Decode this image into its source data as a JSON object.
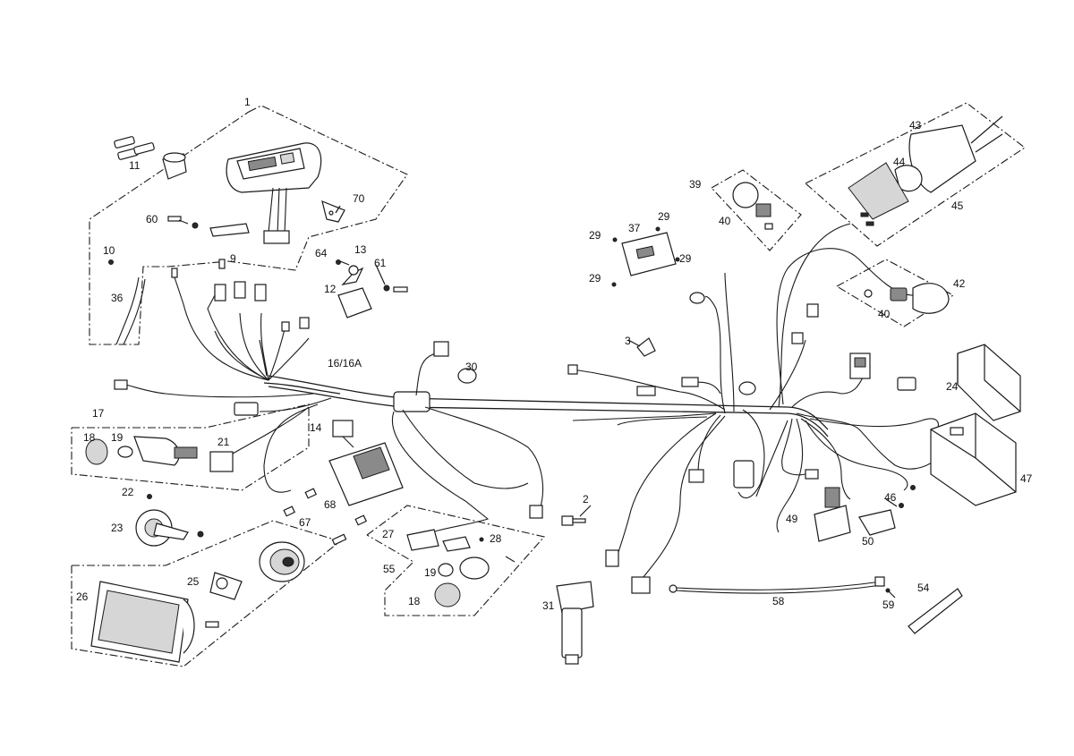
{
  "labels": {
    "p1": "1",
    "p2": "2",
    "p3": "3",
    "p9": "9",
    "p10": "10",
    "p11": "11",
    "p12": "12",
    "p13": "13",
    "p14": "14",
    "p16": "16/16A",
    "p17": "17",
    "p18a": "18",
    "p18b": "18",
    "p19a": "19",
    "p19b": "19",
    "p21": "21",
    "p22": "22",
    "p23": "23",
    "p24": "24",
    "p25": "25",
    "p26": "26",
    "p27": "27",
    "p28": "28",
    "p29a": "29",
    "p29b": "29",
    "p29c": "29",
    "p29d": "29",
    "p30": "30",
    "p31": "31",
    "p36": "36",
    "p37": "37",
    "p39": "39",
    "p40a": "40",
    "p40b": "40",
    "p42": "42",
    "p43": "43",
    "p44": "44",
    "p45": "45",
    "p46": "46",
    "p47": "47",
    "p49": "49",
    "p50": "50",
    "p54": "54",
    "p55": "55",
    "p58": "58",
    "p59": "59",
    "p60": "60",
    "p61": "61",
    "p64": "64",
    "p67": "67",
    "p68": "68",
    "p70": "70"
  }
}
